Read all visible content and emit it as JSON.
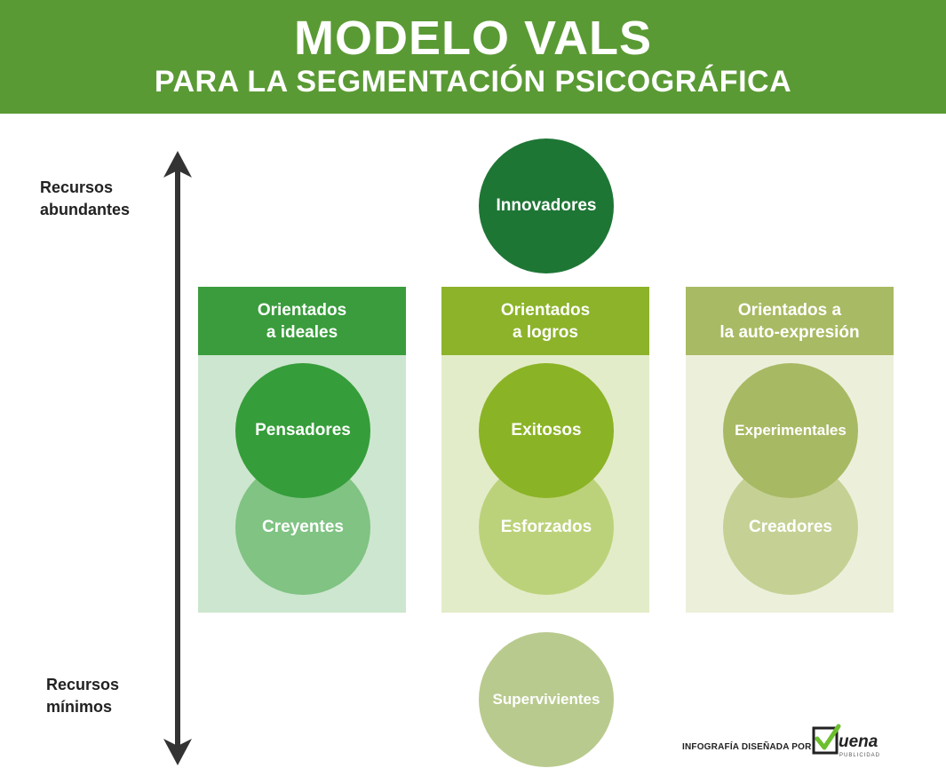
{
  "header": {
    "title": "MODELO VALS",
    "subtitle": "PARA LA SEGMENTACIÓN PSICOGRÁFICA"
  },
  "axis": {
    "top_label_line1": "Recursos",
    "top_label_line2": "abundantes",
    "bottom_label_line1": "Recursos",
    "bottom_label_line2": "mínimos"
  },
  "top_node": {
    "label": "Innovadores",
    "color": "#1e7635"
  },
  "bottom_node": {
    "label": "Supervivientes",
    "color": "#b9ca8e"
  },
  "columns": [
    {
      "header_line1": "Orientados",
      "header_line2": "a ideales",
      "upper": {
        "label": "Pensadores",
        "color": "#359d39"
      },
      "lower": {
        "label": "Creyentes",
        "color": "#80c383"
      }
    },
    {
      "header_line1": "Orientados",
      "header_line2": "a logros",
      "upper": {
        "label": "Exitosos",
        "color": "#8bb326"
      },
      "lower": {
        "label": "Esforzados",
        "color": "#bcd27a"
      }
    },
    {
      "header_line1": "Orientados a",
      "header_line2": "la auto-expresión",
      "upper": {
        "label": "Experimentales",
        "color": "#a8b964"
      },
      "lower": {
        "label": "Creadores",
        "color": "#c5d194"
      }
    }
  ],
  "footer": {
    "credit": "INFOGRAFÍA DISEÑADA POR",
    "logo_text": "uena",
    "logo_subtext": "PUBLICIDAD"
  }
}
